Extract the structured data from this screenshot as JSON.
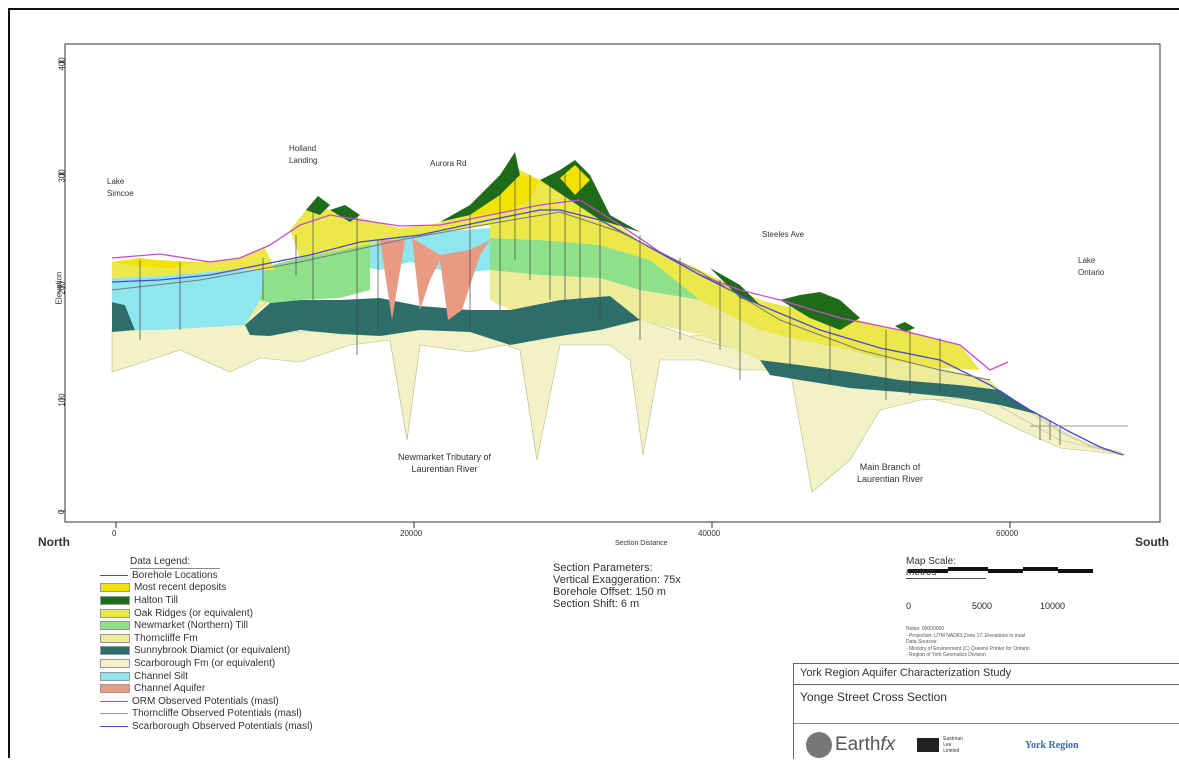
{
  "axes": {
    "ylabel": "Elevation",
    "yticks": [
      "400",
      "300",
      "200",
      "100",
      "0"
    ],
    "xticks": [
      "0",
      "20000",
      "40000",
      "60000"
    ],
    "xlabel": "Section Distance",
    "left_label": "North",
    "right_label": "South"
  },
  "place_labels": [
    {
      "id": "lake-simcoe",
      "text": "Lake\nSimcoe"
    },
    {
      "id": "holland-landing",
      "text": "Holland\nLanding"
    },
    {
      "id": "aurora-rd",
      "text": "Aurora Rd"
    },
    {
      "id": "steeles-ave",
      "text": "Steeles Ave"
    },
    {
      "id": "lake-ontario",
      "text": "Lake\nOntario"
    },
    {
      "id": "newmarket-tributary",
      "text": "Newmarket Tributary of\nLaurentian River"
    },
    {
      "id": "main-branch",
      "text": "Main Branch of\nLaurentian River"
    }
  ],
  "legend": {
    "title": "Data Legend:",
    "items": [
      {
        "label": "Borehole Locations",
        "color": "#555555",
        "kind": "line"
      },
      {
        "label": "Most recent deposits",
        "color": "#f2e200",
        "kind": "fill"
      },
      {
        "label": "Halton Till",
        "color": "#1e6b1a",
        "kind": "fill"
      },
      {
        "label": "Oak Ridges (or equivalent)",
        "color": "#ede84a",
        "kind": "fill"
      },
      {
        "label": "Newmarket (Northern) Till",
        "color": "#8fe08a",
        "kind": "fill"
      },
      {
        "label": "Thorncliffe Fm",
        "color": "#ecec9a",
        "kind": "fill"
      },
      {
        "label": "Sunnybrook Diamict (or equivalent)",
        "color": "#2e6e6a",
        "kind": "fill"
      },
      {
        "label": "Scarborough Fm (or equivalent)",
        "color": "#f3f1c6",
        "kind": "fill"
      },
      {
        "label": "Channel Silt",
        "color": "#8fe6ef",
        "kind": "fill"
      },
      {
        "label": "Channel Aquifer",
        "color": "#e89a82",
        "kind": "fill"
      },
      {
        "label": "ORM Observed Potentials (masl)",
        "color": "#c84ad0",
        "kind": "line"
      },
      {
        "label": "Thorncliffe Observed Potentials (masl)",
        "color": "#999999",
        "kind": "line"
      },
      {
        "label": "Scarborough Observed Potentials (masl)",
        "color": "#4a4ad0",
        "kind": "line"
      }
    ]
  },
  "section_parameters": {
    "title": "Section Parameters:",
    "vertical_exaggeration": "Vertical Exaggeration: 75x",
    "borehole_offset": "Borehole Offset: 150 m",
    "section_shift": "Section Shift: 6 m"
  },
  "map_scale": {
    "title": "Map Scale: metres",
    "ticks": [
      "0",
      "5000",
      "10000"
    ]
  },
  "notes": [
    "Notes: 00000000",
    "- Projection: UTM NAD83 Zone 17. Elevations in masl",
    "Data Sources:",
    "- Ministry of Environment (C) Queens Printer for Ontario",
    "- Region of York Geomatics Division"
  ],
  "title_block": {
    "study": "York Region Aquifer Characterization Study",
    "section": "Yonge Street Cross Section",
    "logo_earthfx": "Earth",
    "logo_earthfx_suffix": "fx",
    "logo_eclc": "Eastman\nLee\nLimited",
    "logo_york": "York Region"
  },
  "colors": {
    "recent": "#f2e200",
    "halton": "#1e6b1a",
    "oak": "#ede84a",
    "newmarket": "#8fe08a",
    "thorncliffe": "#ecec9a",
    "sunnybrook": "#2e6e6a",
    "scarborough": "#f3f1c6",
    "silt": "#8fe6ef",
    "aquifer": "#e89a82",
    "orm": "#c84ad0",
    "scarb_line": "#4a4ad0"
  }
}
